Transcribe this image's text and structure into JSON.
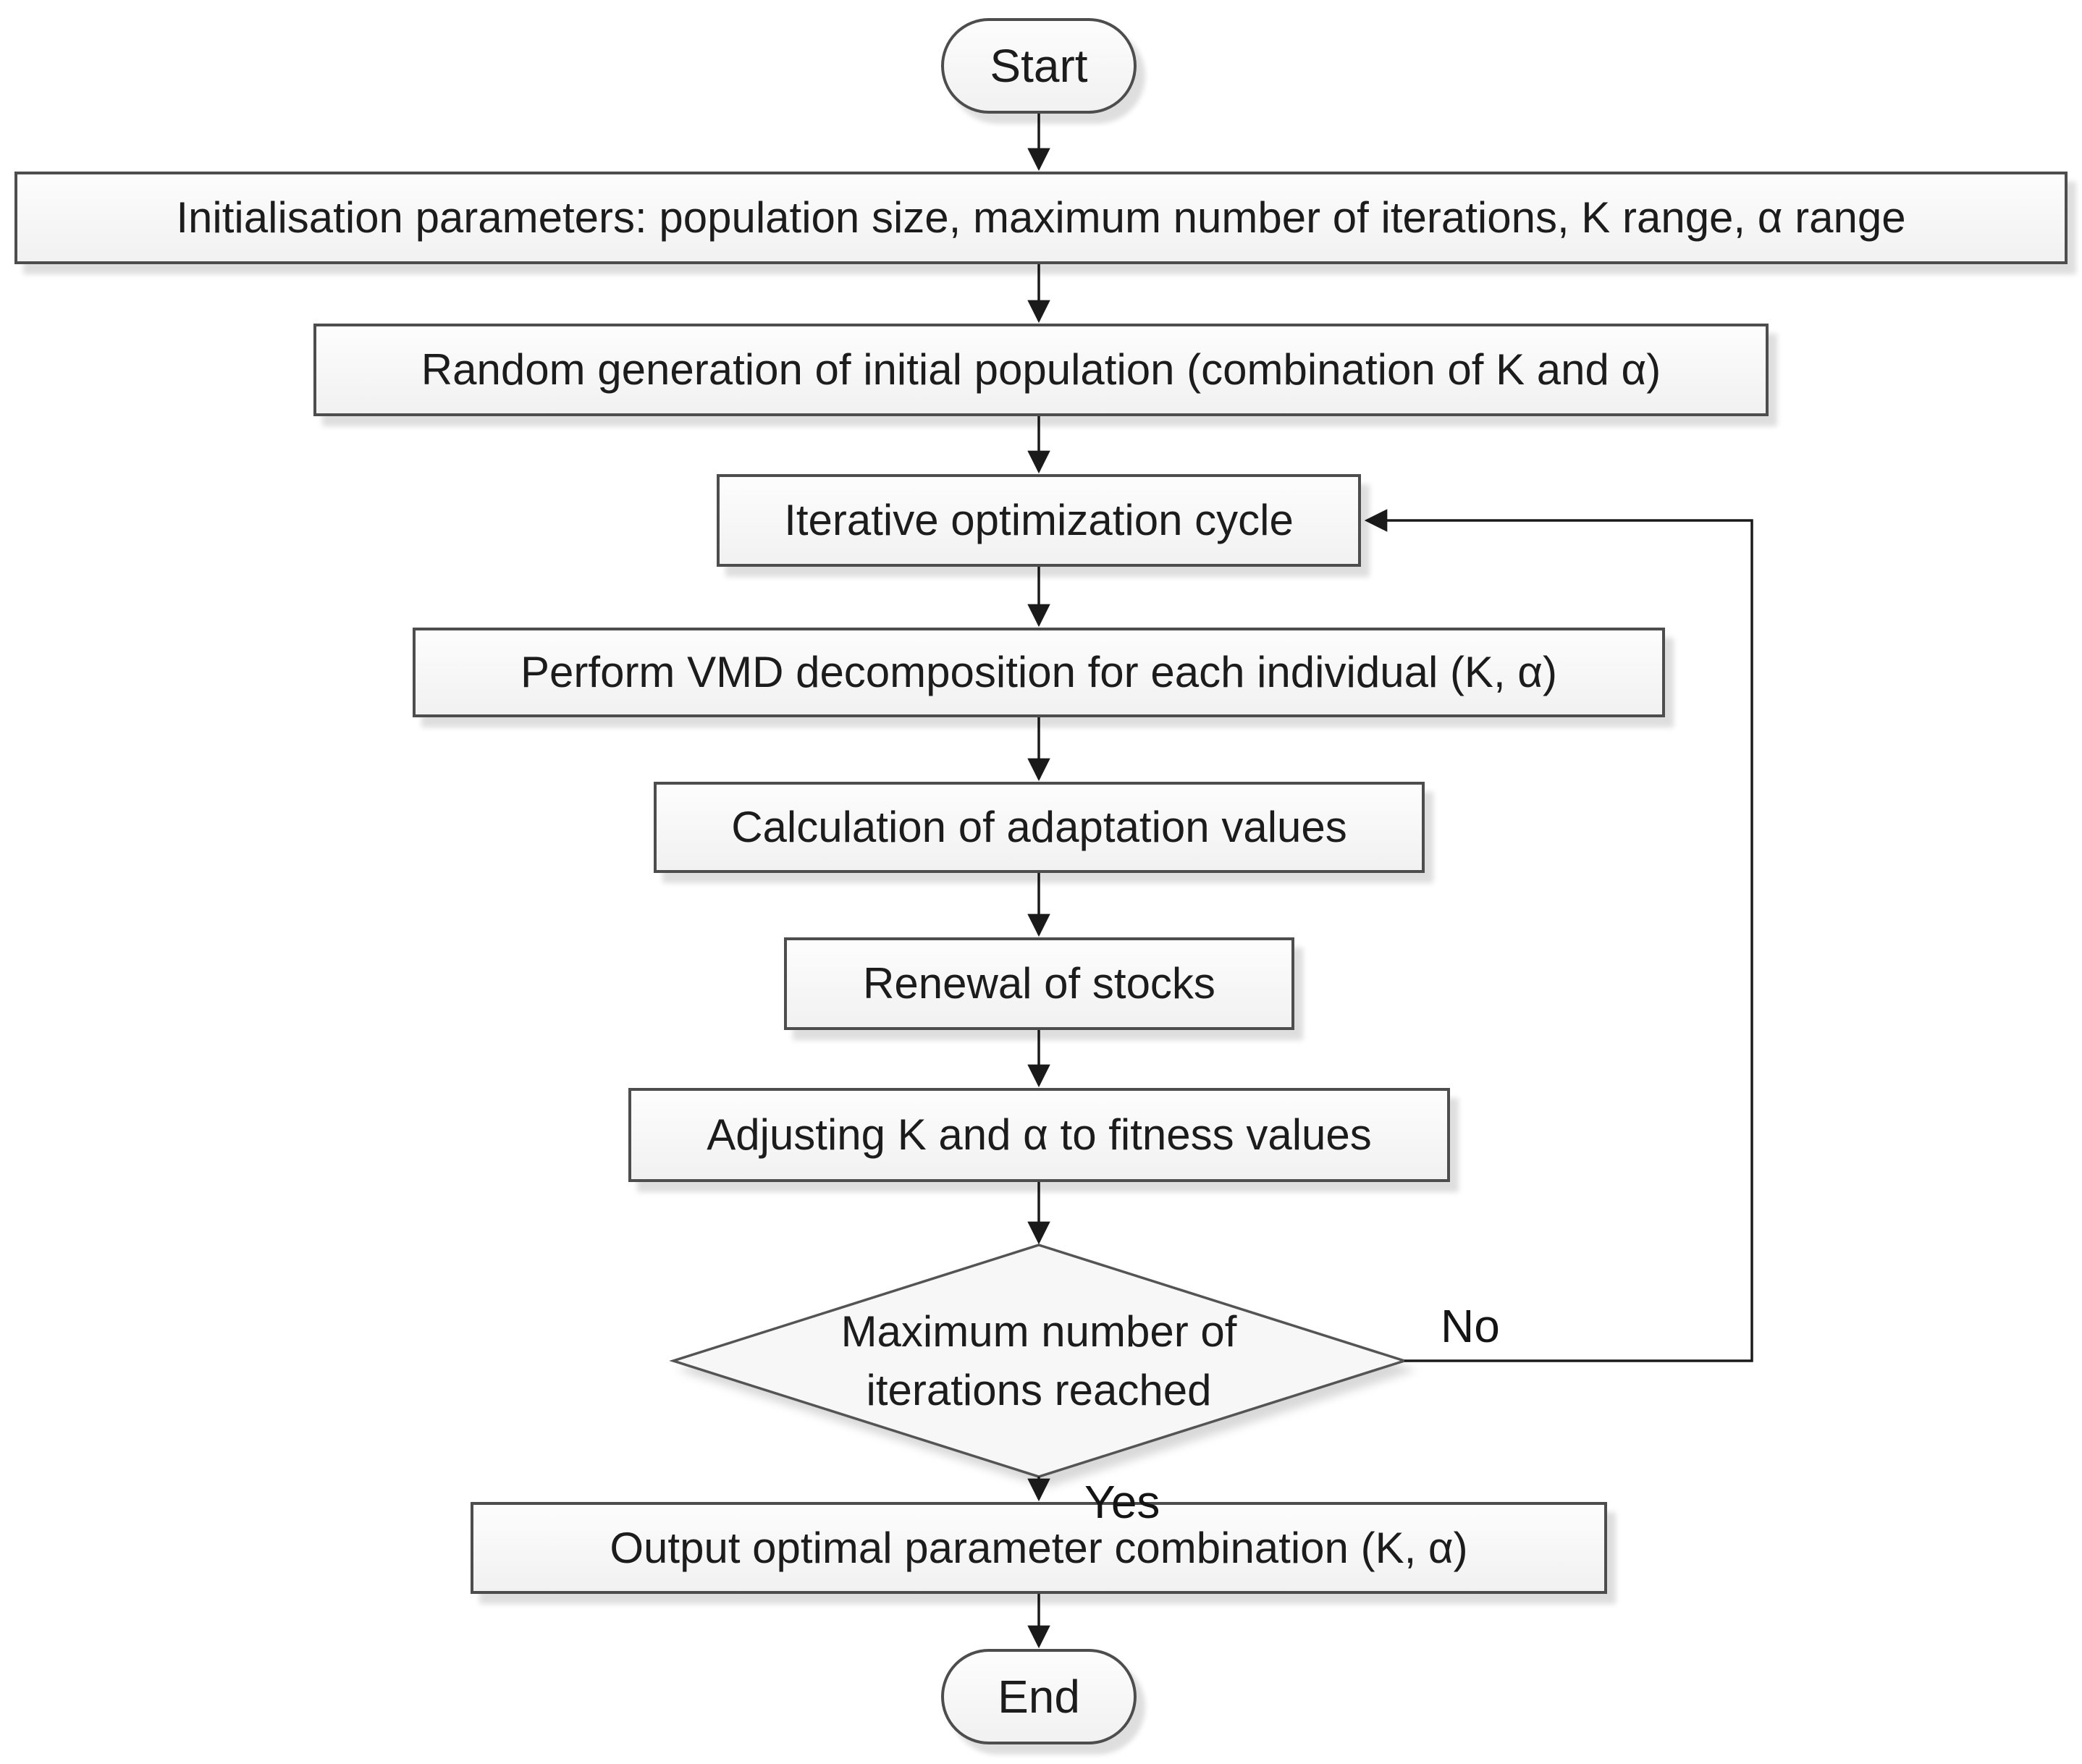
{
  "flowchart": {
    "nodes": [
      {
        "id": "start",
        "type": "terminator",
        "label": "Start"
      },
      {
        "id": "initialisation",
        "type": "process",
        "label": "Initialisation parameters: population size, maximum number of iterations, K range, α range"
      },
      {
        "id": "random-generation",
        "type": "process",
        "label": "Random generation of initial population (combination of K and α)"
      },
      {
        "id": "iterative-cycle",
        "type": "process",
        "label": "Iterative optimization cycle"
      },
      {
        "id": "vmd-decomposition",
        "type": "process",
        "label": "Perform VMD decomposition for each individual (K, α)"
      },
      {
        "id": "adaptation-values",
        "type": "process",
        "label": "Calculation of adaptation values"
      },
      {
        "id": "renewal-of-stocks",
        "type": "process",
        "label": "Renewal of stocks"
      },
      {
        "id": "adjust-k-alpha",
        "type": "process",
        "label": "Adjusting K and α to fitness values"
      },
      {
        "id": "max-iterations-decision",
        "type": "decision",
        "label": "Maximum number of iterations reached"
      },
      {
        "id": "output-optimal",
        "type": "process",
        "label": "Output optimal parameter combination (K, α)"
      },
      {
        "id": "end",
        "type": "terminator",
        "label": "End"
      }
    ],
    "edges": [
      {
        "from": "start",
        "to": "initialisation",
        "label": ""
      },
      {
        "from": "initialisation",
        "to": "random-generation",
        "label": ""
      },
      {
        "from": "random-generation",
        "to": "iterative-cycle",
        "label": ""
      },
      {
        "from": "iterative-cycle",
        "to": "vmd-decomposition",
        "label": ""
      },
      {
        "from": "vmd-decomposition",
        "to": "adaptation-values",
        "label": ""
      },
      {
        "from": "adaptation-values",
        "to": "renewal-of-stocks",
        "label": ""
      },
      {
        "from": "renewal-of-stocks",
        "to": "adjust-k-alpha",
        "label": ""
      },
      {
        "from": "adjust-k-alpha",
        "to": "max-iterations-decision",
        "label": ""
      },
      {
        "from": "max-iterations-decision",
        "to": "output-optimal",
        "label": "Yes"
      },
      {
        "from": "max-iterations-decision",
        "to": "iterative-cycle",
        "label": "No"
      },
      {
        "from": "output-optimal",
        "to": "end",
        "label": ""
      }
    ],
    "colors": {
      "background": "#ffffff",
      "node_fill": "#f7f7f7",
      "node_border": "#4d4d4d",
      "connector": "#1a1a1a",
      "text": "#1c1c1c"
    }
  }
}
